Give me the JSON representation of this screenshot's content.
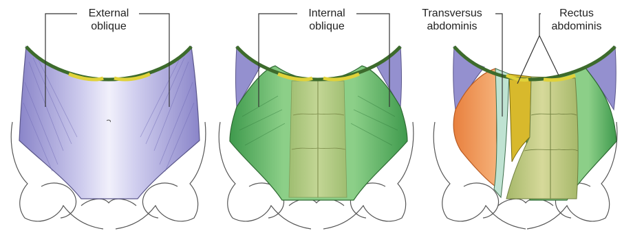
{
  "labels": {
    "external_oblique": {
      "line1": "External",
      "line2": "oblique"
    },
    "internal_oblique": {
      "line1": "Internal",
      "line2": "oblique"
    },
    "transversus_abdominis": {
      "line1": "Transversus",
      "line2": "abdominis"
    },
    "rectus_abdominis": {
      "line1": "Rectus",
      "line2": "abdominis"
    }
  },
  "colors": {
    "external_oblique": "#a9a6d9",
    "internal_oblique": "#6cb56b",
    "transversus_abdominis": "#f09a5a",
    "rectus_abdominis": "#b9c07a",
    "rectus_sheath": "#d8c43a",
    "bone_outline": "#555555"
  }
}
